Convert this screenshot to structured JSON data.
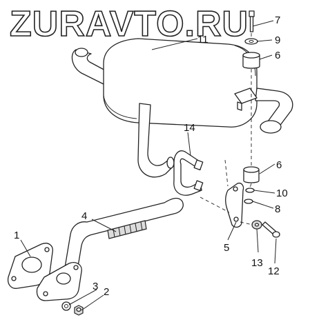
{
  "watermark": "ZURAVTO.RU",
  "callouts": {
    "c1": "1",
    "c2": "2",
    "c3": "3",
    "c4": "4",
    "c5": "5",
    "c6a": "6",
    "c6b": "6",
    "c7": "7",
    "c8": "8",
    "c9": "9",
    "c10": "10",
    "c11": "11",
    "c12": "12",
    "c13": "13",
    "c14": "14"
  }
}
